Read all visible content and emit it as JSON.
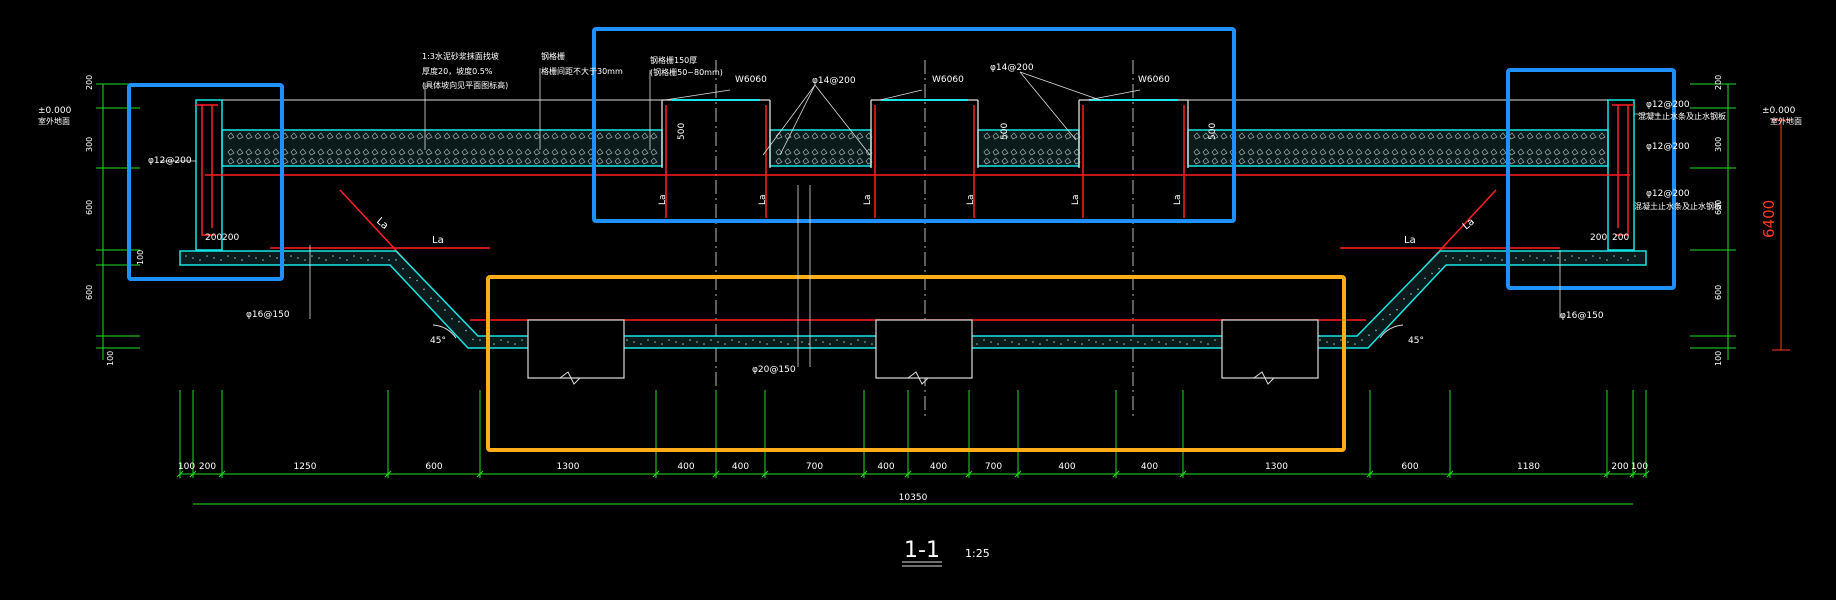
{
  "colors": {
    "background": "#000000",
    "concrete_outline": "#19e6e6",
    "rebar": "#ff2020",
    "dimension": "#22dd22",
    "text": "#ffffff",
    "highlight_blue": "#1e90ff",
    "highlight_orange": "#ffae19",
    "elevation": "#ff3b1f"
  },
  "left_side": {
    "elevation_mark": "±0.000",
    "elevation_note": "室外地面",
    "layer_note_1": "1:3水泥砂浆抹面找坡",
    "layer_note_2": "厚度20，坡度0.5%",
    "layer_note_3": "(具体坡向见平面图标高)",
    "steel_note": "钢格栅",
    "steel_note_2": "格栅间距不大于30mm",
    "rebar_wall": "φ12@200",
    "rebar_bottom": "φ16@150",
    "dim_200_a": "200",
    "dim_200_b": "200",
    "la": "La",
    "la_slope": "La",
    "angle": "45°"
  },
  "vertical_dims_left": [
    "200",
    "300",
    "600",
    "100",
    "600",
    "100"
  ],
  "vertical_dims_right": [
    "200",
    "300",
    "600",
    "600",
    "100"
  ],
  "top_middle": {
    "note_1": "钢格栅150厚",
    "note_2": "(钢格栅50~80mm)",
    "w_labels": [
      "W6060",
      "W6060",
      "W6060"
    ],
    "rebar_1": "φ14@200",
    "rebar_2": "φ14@200",
    "dim_500": "500",
    "dim_500_b": "500",
    "dim_500_c": "500",
    "la_labels": [
      "La",
      "La",
      "La",
      "La",
      "La",
      "La"
    ]
  },
  "bottom_middle": {
    "rebar_bottom": "φ20@150"
  },
  "right_side": {
    "elevation_mark": "±0.000",
    "elevation_note": "室外地面",
    "rebar_1": "φ12@200",
    "note_1": "混凝土止水条及止水钢板",
    "rebar_2": "φ12@200",
    "rebar_3": "φ12@200",
    "note_3": "混凝土止水条及止水钢板",
    "dim_200_a": "200",
    "dim_200_b": "200",
    "la": "La",
    "la_slope": "La",
    "angle": "45°",
    "rebar_bottom": "φ16@150",
    "overall_height": "6400"
  },
  "horizontal_dims": [
    "100",
    "200",
    "1250",
    "600",
    "1300",
    "400",
    "400",
    "700",
    "400",
    "400",
    "700",
    "400",
    "400",
    "1300",
    "600",
    "1180",
    "200",
    "100"
  ],
  "total_dim": "10350",
  "section_title": "1-1",
  "scale": "1:25"
}
